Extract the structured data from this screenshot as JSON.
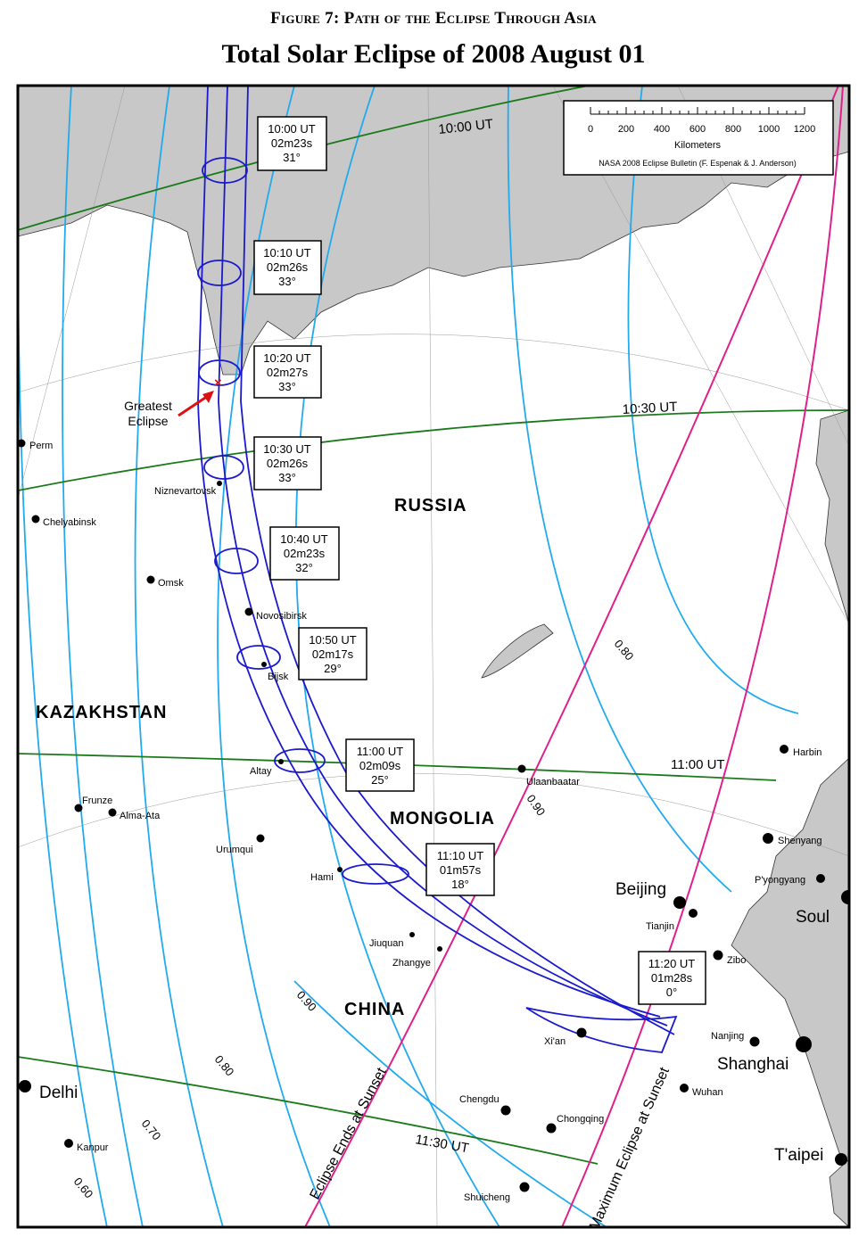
{
  "figure_title": "Figure 7: Path of the Eclipse Through Asia",
  "main_title": "Total Solar Eclipse of  2008 August 01",
  "scale_bar": {
    "ticks": [
      "0",
      "200",
      "400",
      "600",
      "800",
      "1000",
      "1200"
    ],
    "unit": "Kilometers",
    "credit": "NASA 2008 Eclipse Bulletin (F. Espenak & J. Anderson)"
  },
  "countries": [
    "RUSSIA",
    "KAZAKHSTAN",
    "MONGOLIA",
    "CHINA"
  ],
  "eclipse_boxes": [
    {
      "time": "10:00 UT",
      "duration": "02m23s",
      "altitude": "31°"
    },
    {
      "time": "10:10 UT",
      "duration": "02m26s",
      "altitude": "33°"
    },
    {
      "time": "10:20 UT",
      "duration": "02m27s",
      "altitude": "33°"
    },
    {
      "time": "10:30 UT",
      "duration": "02m26s",
      "altitude": "33°"
    },
    {
      "time": "10:40 UT",
      "duration": "02m23s",
      "altitude": "32°"
    },
    {
      "time": "10:50 UT",
      "duration": "02m17s",
      "altitude": "29°"
    },
    {
      "time": "11:00 UT",
      "duration": "02m09s",
      "altitude": "25°"
    },
    {
      "time": "11:10 UT",
      "duration": "01m57s",
      "altitude": "18°"
    },
    {
      "time": "11:20 UT",
      "duration": "01m28s",
      "altitude": "0°"
    }
  ],
  "greatest_eclipse": [
    "Greatest",
    "Eclipse"
  ],
  "ut_lines": [
    "10:00 UT",
    "10:30 UT",
    "11:00 UT",
    "11:30 UT"
  ],
  "magnitude_labels": [
    "0.80",
    "0.90",
    "0.90",
    "0.80",
    "0.70",
    "0.60"
  ],
  "sunset_labels": [
    "Eclipse Ends at Sunset",
    "Maximum Eclipse at Sunset"
  ],
  "cities": {
    "perm": "Perm",
    "chelyabinsk": "Chelyabinsk",
    "niznevartovsk": "Niznevartovsk",
    "omsk": "Omsk",
    "novosibirsk": "Novosibirsk",
    "bijsk": "Bijsk",
    "altay": "Altay",
    "ulaanbaatar": "Ulaanbaatar",
    "harbin": "Harbin",
    "frunze": "Frunze",
    "almaata": "Alma-Ata",
    "urumqui": "Urumqui",
    "hami": "Hami",
    "shenyang": "Shenyang",
    "pyongyang": "P'yongyang",
    "beijing": "Beijing",
    "soul": "Soul",
    "tianjin": "Tianjin",
    "jiuquan": "Jiuquan",
    "zhangye": "Zhangye",
    "zibo": "Zibo",
    "xian": "Xi'an",
    "nanjing": "Nanjing",
    "shanghai": "Shanghai",
    "delhi": "Delhi",
    "wuhan": "Wuhan",
    "chengdu": "Chengdu",
    "chongqing": "Chongqing",
    "kanpur": "Kanpur",
    "taipei": "T'aipei",
    "shuicheng": "Shuicheng"
  },
  "colors": {
    "land": "#c8c8c8",
    "path": "#1a1acc",
    "ut_line": "#1a7a1a",
    "magnitude": "#22aaee",
    "sunset": "#e0208a",
    "marker": "#dd1111"
  }
}
